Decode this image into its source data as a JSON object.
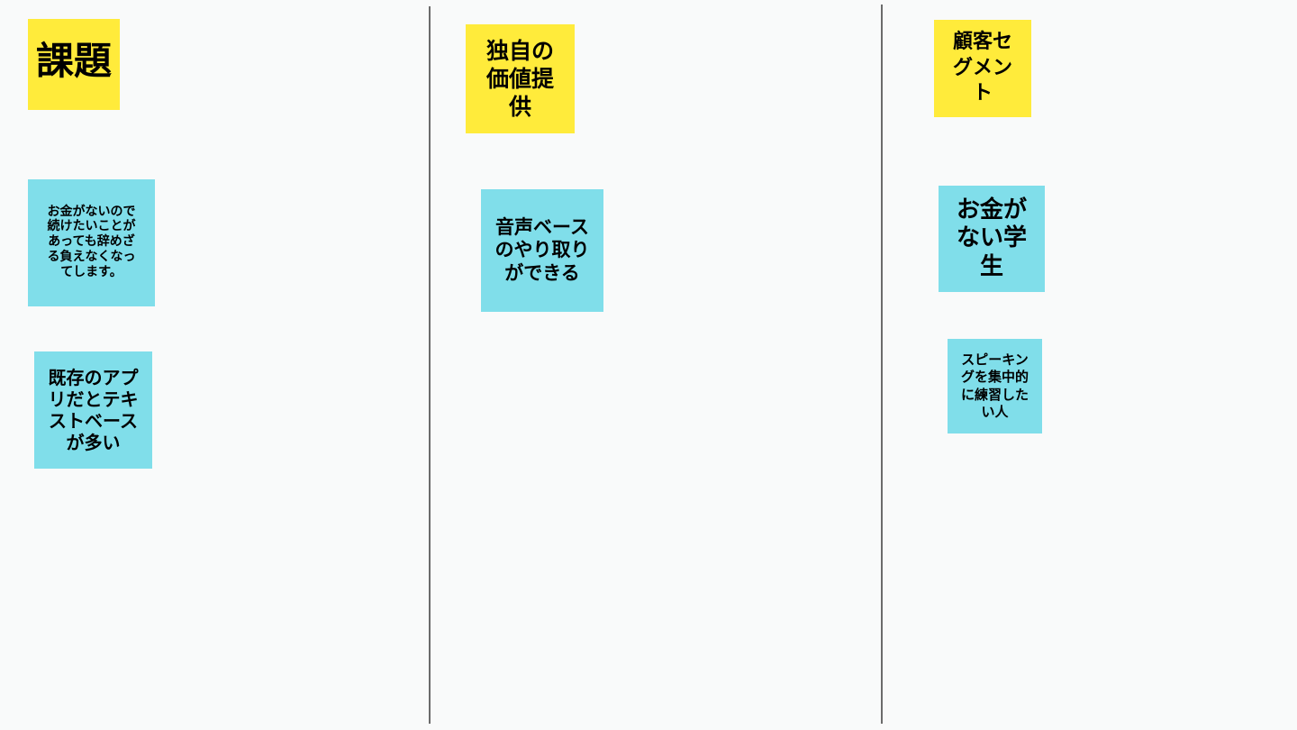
{
  "board": {
    "columns": [
      {
        "header": "課題",
        "notes": [
          "お金がないので\n続けたいことが\nあっても辞めざ\nる負えなくなっ\nてします。",
          "既存のアプ\nリだとテキ\nストベース\nが多い"
        ]
      },
      {
        "header": "独自の\n価値提\n供",
        "notes": [
          "音声ベース\nのやり取り\nができる"
        ]
      },
      {
        "header": "顧客セ\nグメン\nト",
        "notes": [
          "お金が\nない学\n生",
          "スピーキン\nグを集中的\nに練習した\nい人"
        ]
      }
    ]
  },
  "colors": {
    "background": "#f9fafa",
    "header_note": "#ffeb3b",
    "content_note": "#80deea",
    "divider": "#6b6b6b",
    "text": "#000000"
  }
}
